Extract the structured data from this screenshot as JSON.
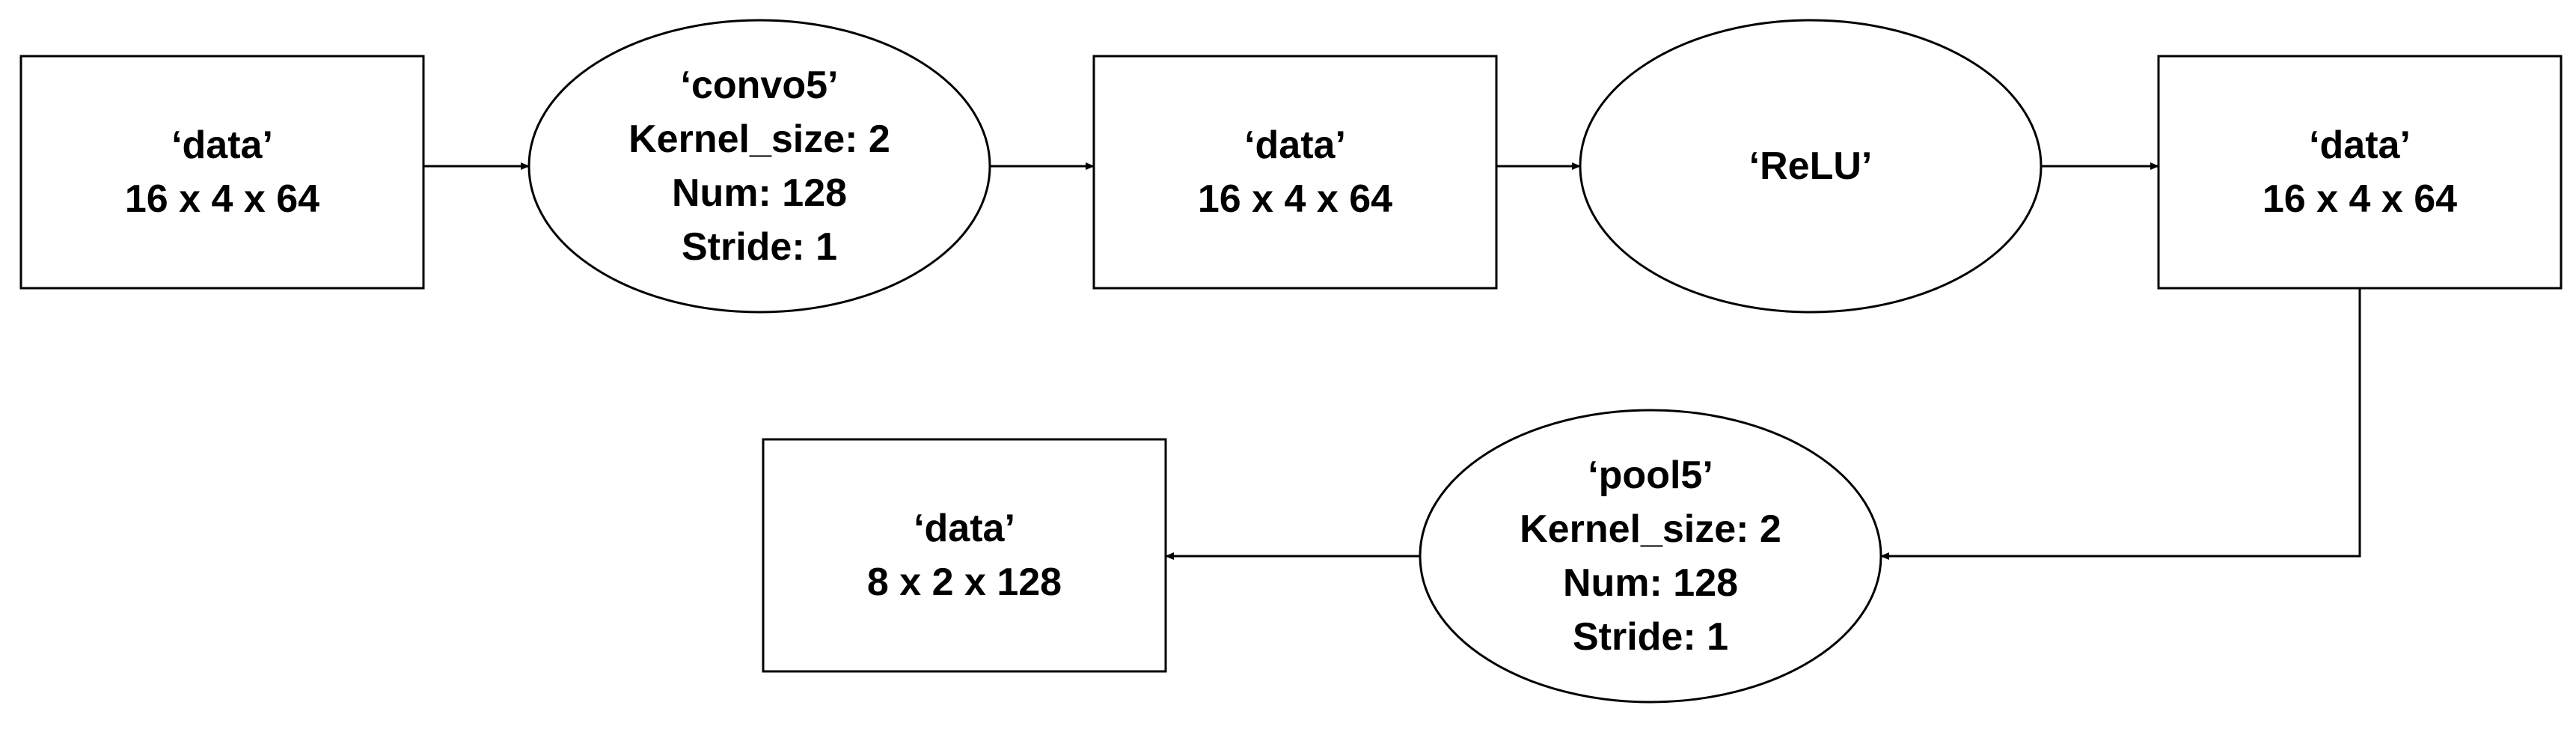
{
  "colors": {
    "stroke": "#000000",
    "fill": "#ffffff",
    "text": "#000000"
  },
  "nodes": [
    {
      "id": "data1",
      "shape": "rectangle",
      "lines": [
        "‘data’",
        "16 x 4 x 64"
      ]
    },
    {
      "id": "convo5",
      "shape": "ellipse",
      "lines": [
        "‘convo5’",
        "Kernel_size: 2",
        "Num: 128",
        "Stride: 1"
      ]
    },
    {
      "id": "data2",
      "shape": "rectangle",
      "lines": [
        "‘data’",
        "16 x 4 x 64"
      ]
    },
    {
      "id": "relu",
      "shape": "ellipse",
      "lines": [
        "‘ReLU’"
      ]
    },
    {
      "id": "data3",
      "shape": "rectangle",
      "lines": [
        "‘data’",
        "16 x 4 x 64"
      ]
    },
    {
      "id": "pool5",
      "shape": "ellipse",
      "lines": [
        "‘pool5’",
        "Kernel_size: 2",
        "Num: 128",
        "Stride: 1"
      ]
    },
    {
      "id": "data4",
      "shape": "rectangle",
      "lines": [
        "‘data’",
        "8 x 2 x 128"
      ]
    }
  ],
  "edges": [
    {
      "from": "data1",
      "to": "convo5"
    },
    {
      "from": "convo5",
      "to": "data2"
    },
    {
      "from": "data2",
      "to": "relu"
    },
    {
      "from": "relu",
      "to": "data3"
    },
    {
      "from": "data3",
      "to": "pool5"
    },
    {
      "from": "pool5",
      "to": "data4"
    }
  ]
}
